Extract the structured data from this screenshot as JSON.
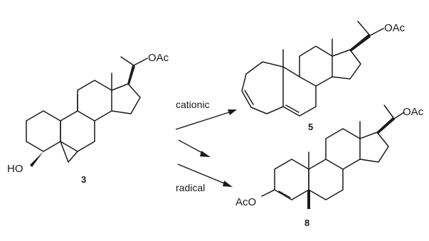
{
  "scheme": {
    "reactant": {
      "number": "3",
      "substituents": {
        "oh": "HO",
        "side_chain": "OAc"
      }
    },
    "product_cationic": {
      "number": "5",
      "substituents": {
        "side_chain": "OAc"
      }
    },
    "product_radical": {
      "number": "8",
      "substituents": {
        "enol": "AcO",
        "side_chain": "OAc"
      }
    },
    "conditions": {
      "cationic": "cationic",
      "radical": "radical"
    }
  }
}
